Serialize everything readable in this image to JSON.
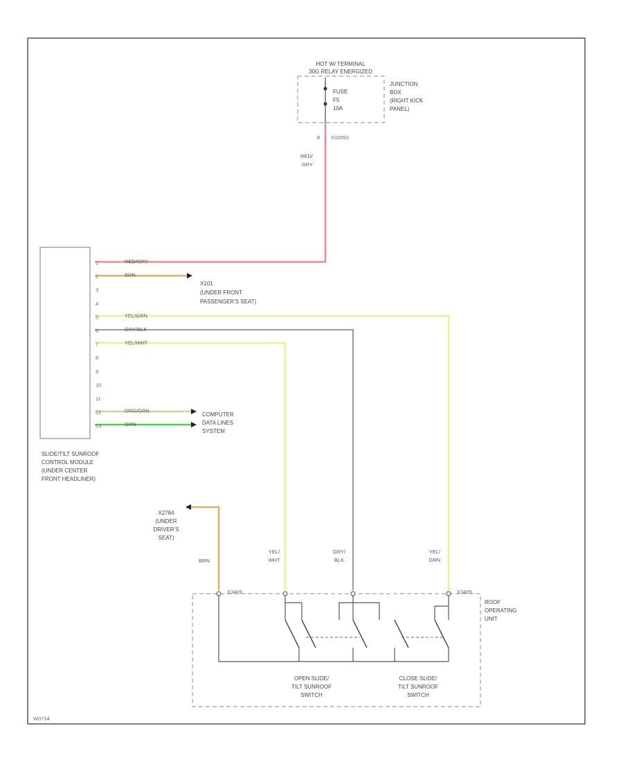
{
  "fuse_block": {
    "title": [
      "HOT W/ TERMINAL",
      "30G RELAY ENERGIZED"
    ],
    "fuse": [
      "FUSE",
      "F5",
      "10A"
    ],
    "location": [
      "JUNCTION",
      "BOX",
      "(RIGHT KICK",
      "PANEL)"
    ],
    "pin": "8",
    "connector": "X10053"
  },
  "wires": {
    "red_gry_vertical": [
      "RED/",
      "GRY"
    ],
    "yel_wht": [
      "YEL/",
      "WHT"
    ],
    "gry_blk": [
      "GRY/",
      "BLK"
    ],
    "yel_grn": [
      "YEL/",
      "GRN"
    ],
    "brn": "BRN"
  },
  "module": {
    "pins": [
      "1",
      "2",
      "3",
      "4",
      "5",
      "6",
      "7",
      "8",
      "9",
      "10",
      "11",
      "12",
      "13"
    ],
    "wire_labels": [
      "RED/GRY",
      "BRN",
      "",
      "",
      "YEL/GRN",
      "GRY/BLK",
      "YEL/WHT",
      "",
      "",
      "",
      "",
      "ORG/GRN",
      "GRN"
    ],
    "name": [
      "SLIDE/TILT SUNROOF",
      "CONTROL MODULE",
      "(UNDER CENTER",
      "FRONT HEADLINER)"
    ]
  },
  "ground_g101": [
    "X101",
    "(UNDER FRONT",
    "PASSENGER'S SEAT)"
  ],
  "data_lines": [
    "COMPUTER",
    "DATA LINES",
    "SYSTEM"
  ],
  "ground_x": [
    "X2784",
    "(UNDER",
    "DRIVER'S",
    "SEAT)"
  ],
  "roof_unit": {
    "name": [
      "ROOF",
      "OPERATING",
      "UNIT"
    ],
    "connector_left": "X3409",
    "connector_right": "X3409",
    "open_switch": [
      "OPEN SLIDE/",
      "TILT SUNROOF",
      "SWITCH"
    ],
    "close_switch": [
      "CLOSE SLIDE/",
      "TILT SUNROOF",
      "SWITCH"
    ]
  },
  "footer_code": "W0734",
  "colors": {
    "red": "#f08a8a",
    "brown": "#d9b36a",
    "yellow": "#eef08a",
    "gray": "#9a9a9a",
    "green": "#3fd93f"
  }
}
